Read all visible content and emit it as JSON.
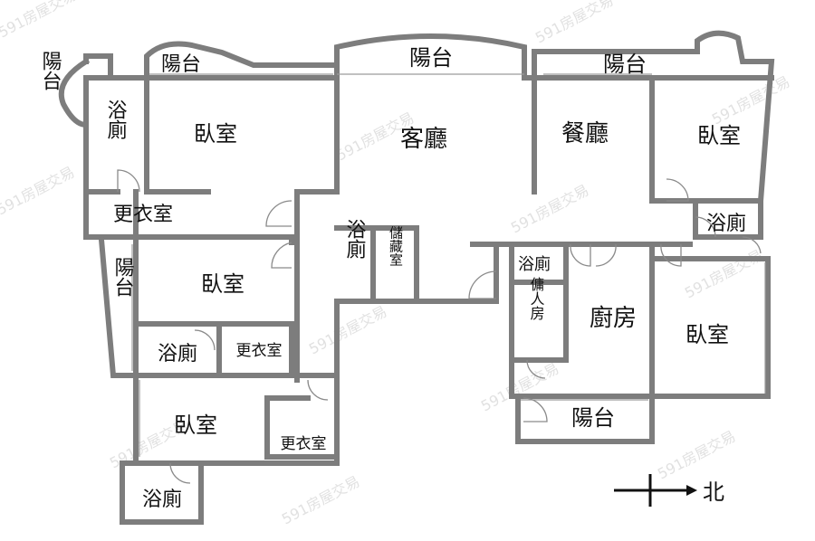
{
  "watermark": "591房屋交易",
  "rooms": {
    "balcony_left_top": "陽台",
    "bath_nw": "浴廁",
    "bedroom_nw": "臥室",
    "balcony_top_1": "陽台",
    "living_room": "客廳",
    "balcony_top_2": "陽台",
    "dining_room": "餐廳",
    "balcony_top_3": "陽台",
    "bedroom_ne": "臥室",
    "closet_nw": "更衣室",
    "bath_ne": "浴廁",
    "balcony_left_mid": "陽台",
    "bedroom_w": "臥室",
    "bath_center": "浴廁",
    "storage": "儲藏室",
    "bath_service": "浴廁",
    "servant_room": "傭人房",
    "kitchen": "廚房",
    "bedroom_e": "臥室",
    "bath_w": "浴廁",
    "closet_w": "更衣室",
    "bedroom_sw": "臥室",
    "closet_sw": "更衣室",
    "balcony_bottom": "陽台",
    "bath_sw": "浴廁"
  },
  "compass": {
    "label": "北"
  }
}
